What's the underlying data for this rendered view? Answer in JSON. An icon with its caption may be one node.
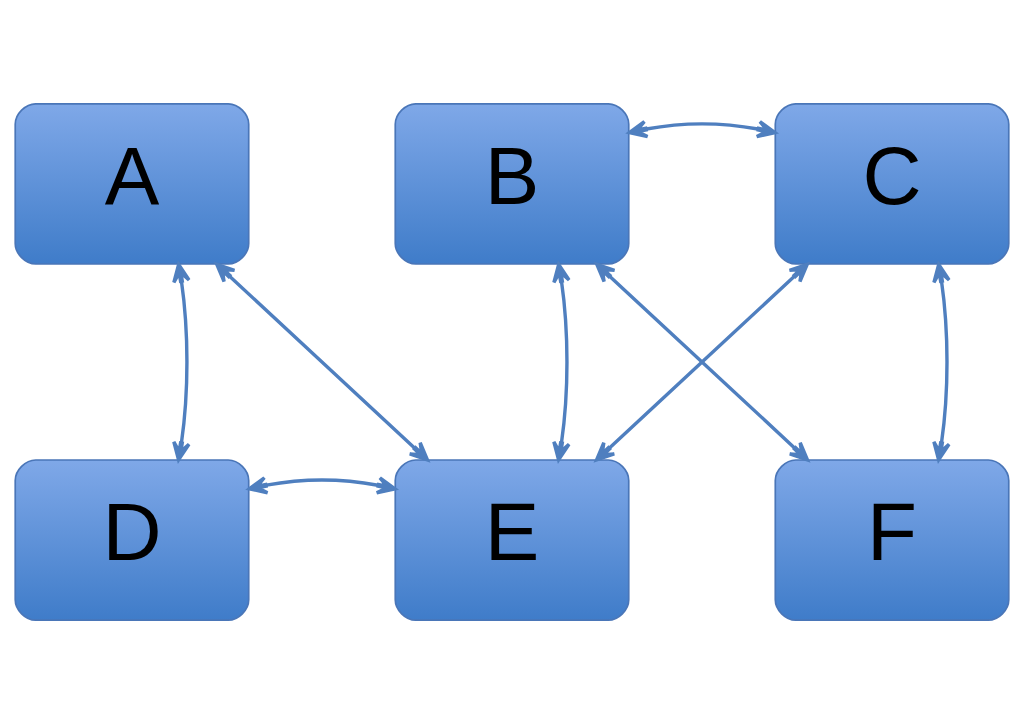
{
  "diagram": {
    "nodes": [
      {
        "text": [
          "A"
        ]
      },
      {
        "text": [
          "B"
        ]
      },
      {
        "text": [
          "C"
        ]
      },
      {
        "text": [
          "D"
        ]
      },
      {
        "text": [
          "E"
        ]
      },
      {
        "text": [
          "F"
        ]
      }
    ],
    "edges": [
      {
        "from": 1,
        "to": 2,
        "arrow": "both"
      },
      {
        "from": 0,
        "to": 3,
        "arrow": "both"
      },
      {
        "from": 0,
        "to": 4,
        "arrow": "both"
      },
      {
        "from": 1,
        "to": 4,
        "arrow": "both"
      },
      {
        "from": 1,
        "to": 5,
        "arrow": "both"
      },
      {
        "from": 2,
        "to": 4,
        "arrow": "both"
      },
      {
        "from": 2,
        "to": 5,
        "arrow": "both"
      },
      {
        "from": 3,
        "to": 4,
        "arrow": "both"
      }
    ]
  }
}
